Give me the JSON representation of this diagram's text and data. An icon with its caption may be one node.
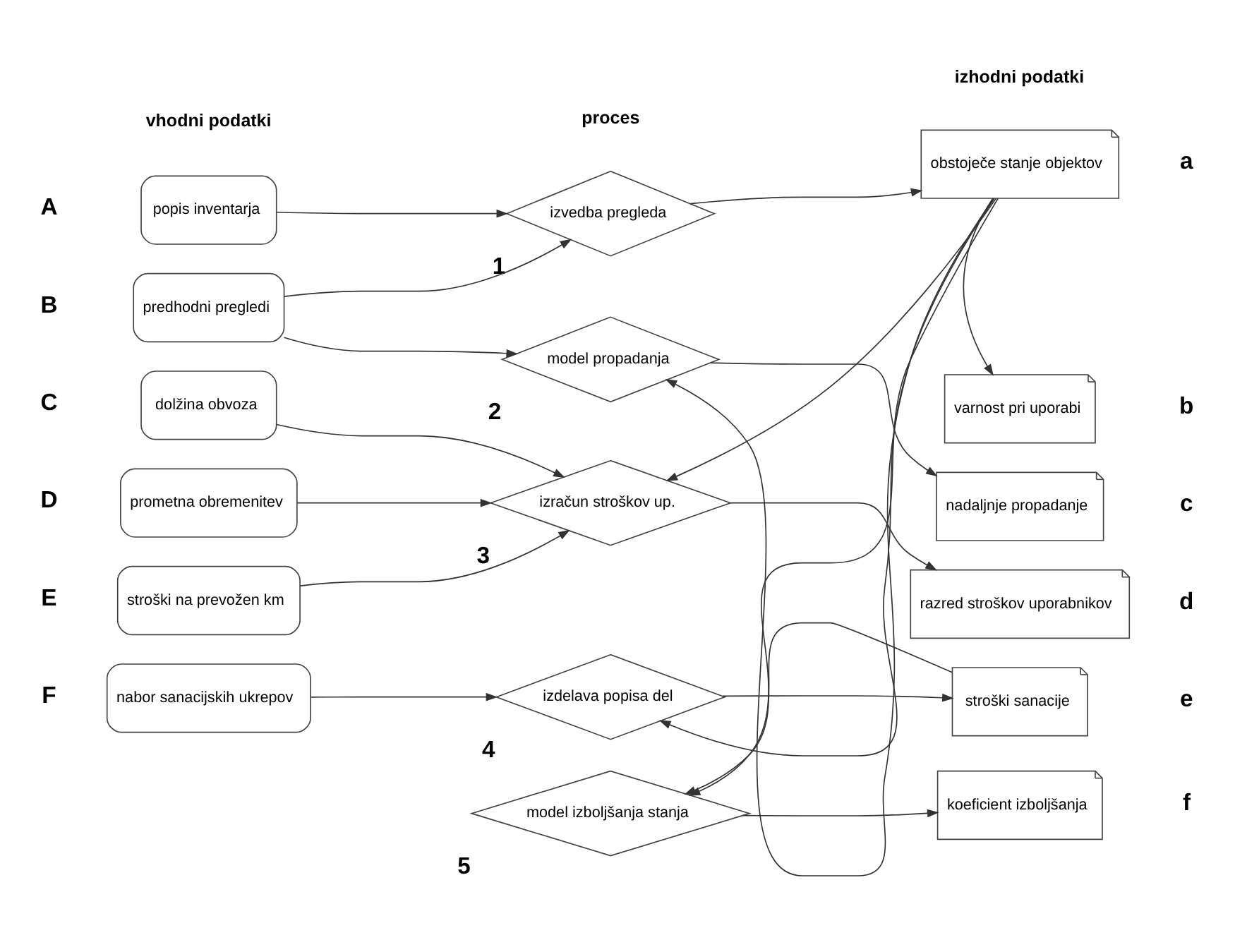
{
  "diagram": {
    "nodes": [
      {
        "text": [
          "popis inventarja"
        ],
        "beside": [
          "A"
        ]
      },
      {
        "text": [
          "predhodni pregledi"
        ],
        "beside": [
          "B"
        ]
      },
      {
        "text": [
          "dolžina obvoza"
        ],
        "beside": [
          "C"
        ]
      },
      {
        "text": [
          "prometna obremenitev"
        ],
        "beside": [
          "D"
        ]
      },
      {
        "text": [
          "stroški na prevožen km"
        ],
        "beside": [
          "E"
        ]
      },
      {
        "text": [
          "nabor sanacijskih ukrepov"
        ],
        "beside": [
          "F"
        ]
      },
      {
        "text": [
          "izvedba pregleda"
        ],
        "beside": [
          "1"
        ]
      },
      {
        "text": [
          "model propadanja"
        ],
        "beside": [
          "2"
        ]
      },
      {
        "text": [
          "izračun stroškov up."
        ],
        "beside": [
          "3"
        ]
      },
      {
        "text": [
          "izdelava popisa del"
        ],
        "beside": [
          "4"
        ]
      },
      {
        "text": [
          "model izboljšanja stanja"
        ],
        "beside": [
          "5"
        ]
      },
      {
        "text": [
          "obstoječe stanje objektov"
        ],
        "beside": [
          "a"
        ]
      },
      {
        "text": [
          "varnost pri uporabi"
        ],
        "beside": [
          "b"
        ]
      },
      {
        "text": [
          "nadaljnje propadanje"
        ],
        "beside": [
          "c"
        ]
      },
      {
        "text": [
          "razred stroškov uporabnikov"
        ],
        "beside": [
          "d"
        ]
      },
      {
        "text": [
          "stroški sanacije"
        ],
        "beside": [
          "e"
        ]
      },
      {
        "text": [
          "koeficient izboljšanja"
        ],
        "beside": [
          "f"
        ]
      }
    ],
    "edges": [
      {
        "from": 0,
        "to": 6,
        "arrow": "to"
      },
      {
        "from": 1,
        "to": 6,
        "arrow": "to"
      },
      {
        "from": 1,
        "to": 7,
        "arrow": "to"
      },
      {
        "from": 6,
        "to": 11,
        "arrow": "to"
      },
      {
        "from": 11,
        "to": 12,
        "arrow": "to"
      },
      {
        "from": 11,
        "to": 7,
        "arrow": "to"
      },
      {
        "from": 11,
        "to": 8,
        "arrow": "to"
      },
      {
        "from": 11,
        "to": 9,
        "arrow": "to"
      },
      {
        "from": 11,
        "to": 10,
        "arrow": "to"
      },
      {
        "from": 7,
        "to": 13,
        "arrow": "to"
      },
      {
        "from": 2,
        "to": 8,
        "arrow": "to"
      },
      {
        "from": 3,
        "to": 8,
        "arrow": "to"
      },
      {
        "from": 4,
        "to": 8,
        "arrow": "to"
      },
      {
        "from": 8,
        "to": 14,
        "arrow": "to"
      },
      {
        "from": 5,
        "to": 9,
        "arrow": "to"
      },
      {
        "from": 9,
        "to": 15,
        "arrow": "to"
      },
      {
        "from": 15,
        "to": 10,
        "arrow": "to"
      },
      {
        "from": 10,
        "to": 16,
        "arrow": "to"
      }
    ],
    "labels": [
      "vhodni podatki",
      "proces",
      "izhodni podatki"
    ]
  }
}
